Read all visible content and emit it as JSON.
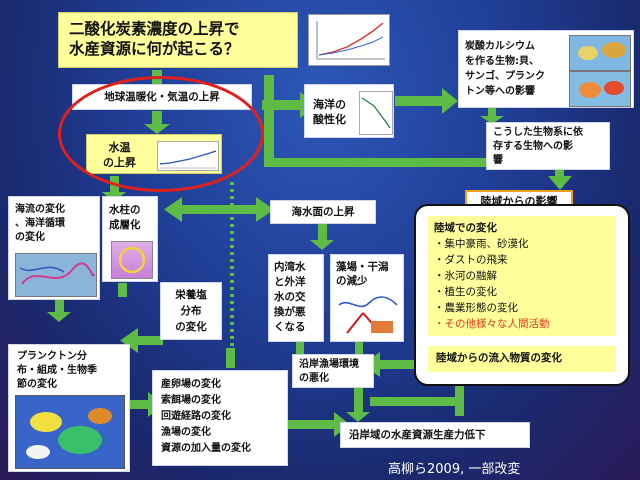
{
  "title": {
    "line1": "二酸化炭素濃度の上昇で",
    "line2": "水産資源に何が起こる？"
  },
  "nodes": {
    "warming": "地球温暖化・気温の上昇",
    "water_temp_line1": "水温",
    "water_temp_line2": "の上昇",
    "acidification_line1": "海洋の",
    "acidification_line2": "酸性化",
    "calcifying": [
      "炭酸カルシウム",
      "を作る生物:貝、",
      "サンゴ、プランク",
      "トン等への影響"
    ],
    "dependent": [
      "こうした生物系に依",
      "存する生物への影",
      "響"
    ],
    "land_header": "陸域からの影響",
    "land_changes_title": "陸域での変化",
    "land_changes": [
      "・集中豪雨、砂漠化",
      "・ダストの飛来",
      "・氷河の融解",
      "・植生の変化",
      "・農業形態の変化"
    ],
    "land_changes_red": "・その他様々な人間活動",
    "land_inflow": "陸域からの流入物質の変化",
    "current": [
      "海流の変化",
      "、海洋循環",
      "の変化"
    ],
    "stratification": [
      "水柱の",
      "成層化"
    ],
    "sea_level": "海水面の上昇",
    "bay_exchange": [
      "内湾水",
      "と外洋",
      "水の交",
      "換が悪",
      "くなる"
    ],
    "seagrass": [
      "藻場・干潟",
      "の減少"
    ],
    "nutrients": [
      "栄養塩",
      "分布",
      "の変化"
    ],
    "plankton": [
      "プランクトン分",
      "布・組成・生物季",
      "節の変化"
    ],
    "fishery_changes": [
      "産卵場の変化",
      "索餌場の変化",
      "回遊経路の変化",
      "漁場の変化",
      "資源の加入量の変化"
    ],
    "coastal_env": [
      "沿岸漁場環境",
      "の悪化"
    ],
    "coastal_productivity": "沿岸域の水産資源生産力低下"
  },
  "source": "高柳ら2009, 一部改変",
  "colors": {
    "arrow": "#5dbb46",
    "highlight_oval": "#e0201c",
    "red_text": "#e03a1e"
  }
}
